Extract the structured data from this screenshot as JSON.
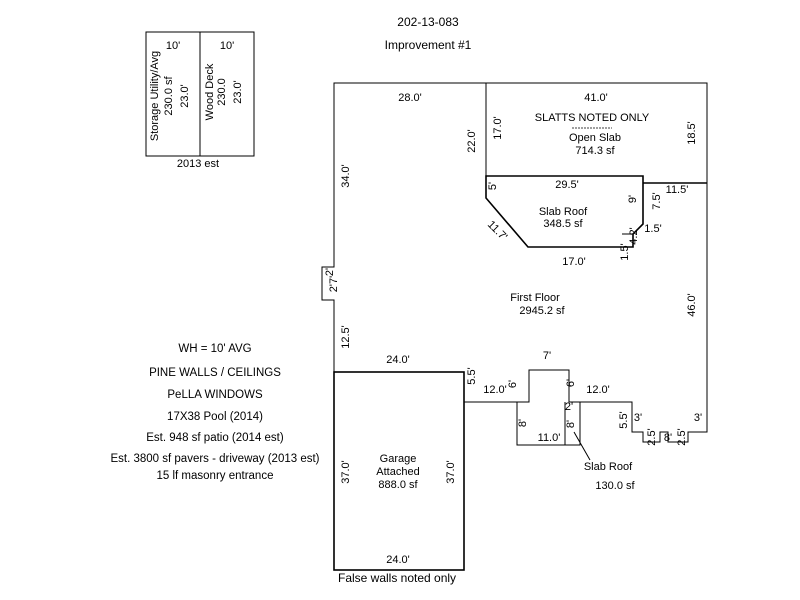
{
  "header": {
    "parcel_id": "202-13-083",
    "improvement": "Improvement #1"
  },
  "outbuildings": {
    "storage": {
      "width": "10'",
      "name": "Storage Utility/Avg",
      "area": "230.0 sf",
      "depth": "23.0'"
    },
    "deck": {
      "width": "10'",
      "name": "Wood Deck",
      "area": "230.0",
      "depth": "23.0'"
    },
    "caption": "2013 est"
  },
  "notes": [
    "WH = 10' AVG",
    "PINE WALLS / CEILINGS",
    "PeLLA WINDOWS",
    "17X38 Pool (2014)",
    "Est. 948 sf patio (2014 est)",
    "Est. 3800 sf pavers - driveway (2013 est)",
    "15 lf masonry entrance"
  ],
  "areas": {
    "open_slab": {
      "note": "SLATTS NOTED ONLY",
      "name": "Open Slab",
      "area": "714.3 sf"
    },
    "slab_roof_upper": {
      "name": "Slab Roof",
      "area": "348.5 sf"
    },
    "first_floor": {
      "name": "First Floor",
      "area": "2945.2 sf"
    },
    "garage": {
      "name_line1": "Garage",
      "name_line2": "Attached",
      "area": "888.0 sf"
    },
    "slab_roof_lower": {
      "name": "Slab Roof",
      "area": "130.0 sf"
    }
  },
  "dims": {
    "top_left": "28.0'",
    "top_right": "41.0'",
    "open_slab_left": "17.0'",
    "open_slab_right": "18.5'",
    "left_inner": "22.0'",
    "left_upper": "34.0'",
    "left_bump_len": "2'7'",
    "left_bump_depth": "2'",
    "left_lower": "12.5'",
    "slab_top": "29.5'",
    "slab_left_short": "5'",
    "slab_diag": "11.7'",
    "slab_bottom": "17.0'",
    "slab_right": "9'",
    "slab_small1": "1.5'",
    "slab_small2": "4.2'",
    "slab_small3": "1.5'",
    "step_right": "11.5'",
    "step_right_v": "7.5'",
    "right_side": "46.0'",
    "garage_top": "24.0'",
    "garage_step": "5.5'",
    "seg_left": "12.0'",
    "seg_left_v": "6'",
    "center_top": "7'",
    "center_v": "6'",
    "seg_right": "12.0'",
    "center_small": "2'",
    "lower_slab_left": "8'",
    "lower_slab_right": "8'",
    "lower_slab_bottom": "11.0'",
    "step_a": "5.5'",
    "step_b": "3'",
    "step_c": "2.5'",
    "step_d": "8'",
    "step_e": "2.5'",
    "step_f": "3'",
    "garage_left": "37.0'",
    "garage_right": "37.0'",
    "garage_bottom": "24.0'"
  },
  "footer": "False walls noted only"
}
